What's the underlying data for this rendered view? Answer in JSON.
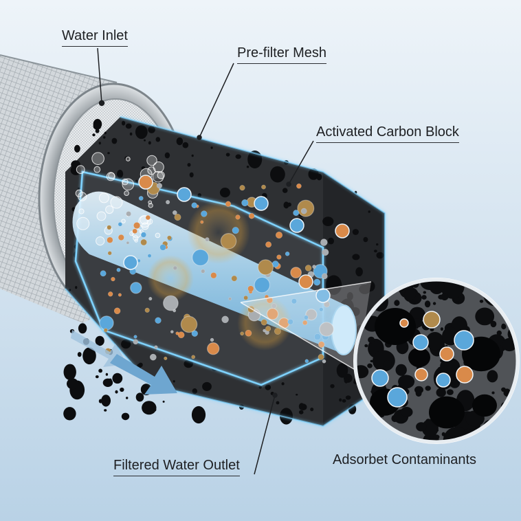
{
  "labels": {
    "water_inlet": "Water Inlet",
    "prefilter_mesh": "Pre-filter Mesh",
    "carbon_block": "Activated Carbon Block",
    "outlet": "Filtered Water Outlet",
    "contaminants": "Adsorbet Contaminants"
  },
  "colors": {
    "background_top": "#eef4f9",
    "background_bottom": "#b9d2e6",
    "carbon": "#2e3033",
    "carbon_pore": "#0c0d0f",
    "glow": "#7fd3ff",
    "contaminant_orange": "#d98a4a",
    "contaminant_blue": "#5aa7db",
    "contaminant_brown": "#b08a4c",
    "steel_ring": "#b3b8bc",
    "mesh": "#d6dadd"
  },
  "icons": {
    "flow_arrow": "arrow-down-right-icon",
    "zoom": "magnifier-callout-icon"
  }
}
